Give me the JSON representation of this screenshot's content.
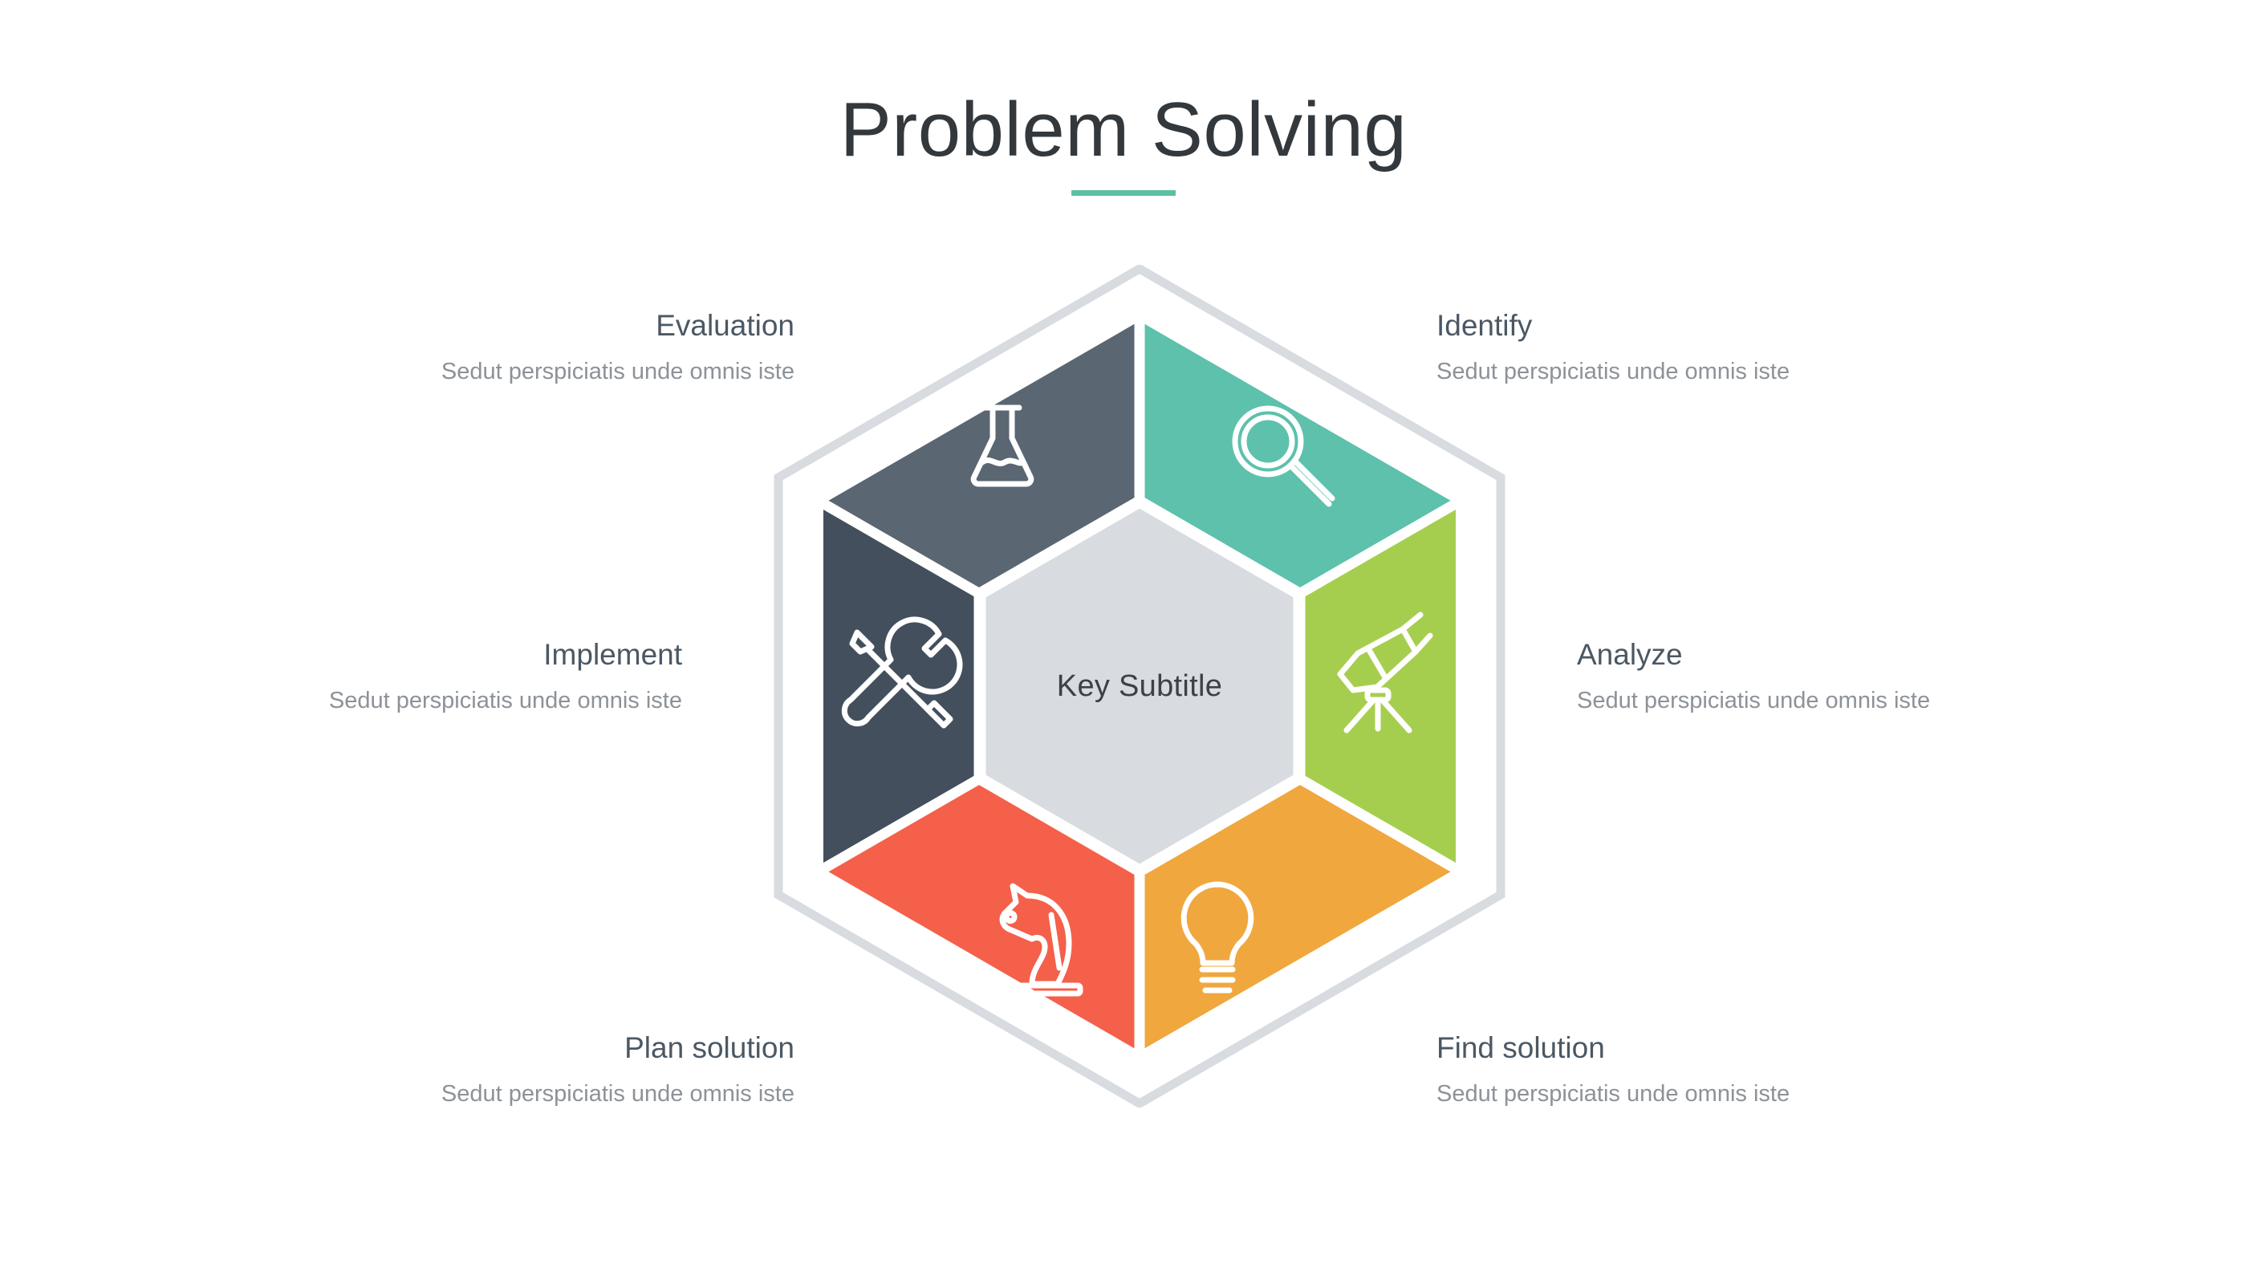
{
  "slide": {
    "title": "Problem Solving",
    "accent_color": "#5dbfa3",
    "background": "#ffffff"
  },
  "center": {
    "label": "Key Subtitle",
    "fill": "#d8dce0",
    "text_color": "#3b4147"
  },
  "diagram": {
    "type": "hexagon-6-segment",
    "ring_color": "#d8dbdf",
    "gap_color": "#ffffff",
    "segments": [
      {
        "key": "evaluation",
        "position": "top-left",
        "fill": "#5a6672",
        "icon": "flask-icon"
      },
      {
        "key": "identify",
        "position": "top-right",
        "fill": "#5dc1ac",
        "icon": "magnifier-icon"
      },
      {
        "key": "analyze",
        "position": "right",
        "fill": "#a6ce4e",
        "icon": "telescope-icon"
      },
      {
        "key": "find",
        "position": "bottom-right",
        "fill": "#f0a73e",
        "icon": "lightbulb-icon"
      },
      {
        "key": "plan",
        "position": "bottom-left",
        "fill": "#f4604a",
        "icon": "chess-knight-icon"
      },
      {
        "key": "implement",
        "position": "left",
        "fill": "#434f5c",
        "icon": "tools-icon"
      }
    ]
  },
  "callouts": {
    "evaluation": {
      "title": "Evaluation",
      "body": "Sedut perspiciatis unde omnis iste"
    },
    "identify": {
      "title": "Identify",
      "body": "Sedut perspiciatis unde omnis iste"
    },
    "implement": {
      "title": "Implement",
      "body": "Sedut perspiciatis unde omnis iste"
    },
    "analyze": {
      "title": "Analyze",
      "body": "Sedut perspiciatis unde omnis iste"
    },
    "plan": {
      "title": "Plan solution",
      "body": "Sedut perspiciatis unde omnis iste"
    },
    "find": {
      "title": "Find solution",
      "body": "Sedut perspiciatis unde omnis iste"
    }
  }
}
